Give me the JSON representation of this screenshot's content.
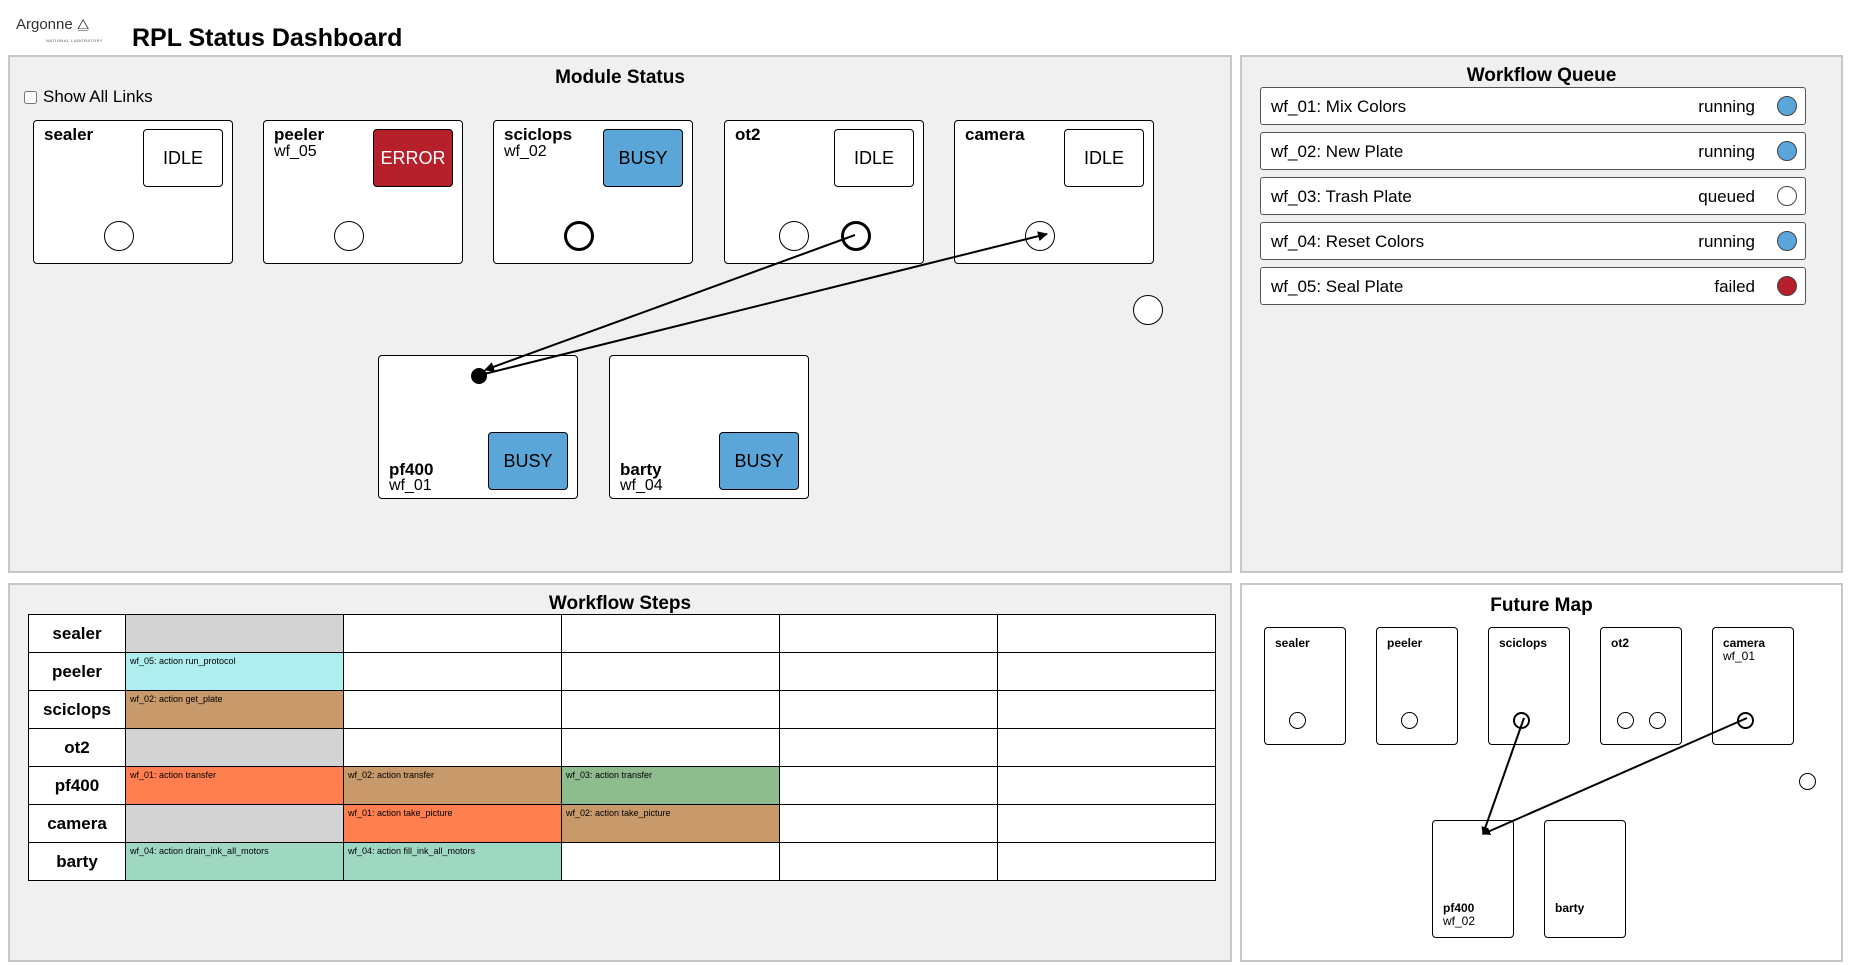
{
  "header": {
    "logo_text": "Argonne",
    "logo_sub": "NATIONAL LABORATORY",
    "title": "RPL Status Dashboard"
  },
  "module_status": {
    "title": "Module Status",
    "show_all_links_label": "Show All Links",
    "modules": [
      {
        "name": "sealer",
        "wf": "",
        "status": "IDLE"
      },
      {
        "name": "peeler",
        "wf": "wf_05",
        "status": "ERROR"
      },
      {
        "name": "sciclops",
        "wf": "wf_02",
        "status": "BUSY"
      },
      {
        "name": "ot2",
        "wf": "",
        "status": "IDLE"
      },
      {
        "name": "camera",
        "wf": "",
        "status": "IDLE"
      },
      {
        "name": "pf400",
        "wf": "wf_01",
        "status": "BUSY"
      },
      {
        "name": "barty",
        "wf": "wf_04",
        "status": "BUSY"
      }
    ]
  },
  "workflow_queue": {
    "title": "Workflow Queue",
    "items": [
      {
        "label": "wf_01: Mix Colors",
        "status": "running"
      },
      {
        "label": "wf_02: New Plate",
        "status": "running"
      },
      {
        "label": "wf_03: Trash Plate",
        "status": "queued"
      },
      {
        "label": "wf_04: Reset Colors",
        "status": "running"
      },
      {
        "label": "wf_05: Seal Plate",
        "status": "failed"
      }
    ]
  },
  "workflow_steps": {
    "title": "Workflow Steps",
    "rows": [
      {
        "module": "sealer",
        "cells": [
          "",
          "",
          "",
          "",
          ""
        ]
      },
      {
        "module": "peeler",
        "cells": [
          "wf_05: action run_protocol",
          "",
          "",
          "",
          ""
        ]
      },
      {
        "module": "sciclops",
        "cells": [
          "wf_02: action get_plate",
          "",
          "",
          "",
          ""
        ]
      },
      {
        "module": "ot2",
        "cells": [
          "",
          "",
          "",
          "",
          ""
        ]
      },
      {
        "module": "pf400",
        "cells": [
          "wf_01: action transfer",
          "wf_02: action transfer",
          "wf_03: action transfer",
          "",
          ""
        ]
      },
      {
        "module": "camera",
        "cells": [
          "",
          "wf_01: action take_picture",
          "wf_02: action take_picture",
          "",
          ""
        ]
      },
      {
        "module": "barty",
        "cells": [
          "wf_04: action drain_ink_all_motors",
          "wf_04: action fill_ink_all_motors",
          "",
          "",
          ""
        ]
      }
    ]
  },
  "future_map": {
    "title": "Future Map",
    "modules": [
      {
        "name": "sealer",
        "wf": ""
      },
      {
        "name": "peeler",
        "wf": ""
      },
      {
        "name": "sciclops",
        "wf": ""
      },
      {
        "name": "ot2",
        "wf": ""
      },
      {
        "name": "camera",
        "wf": "wf_01"
      },
      {
        "name": "pf400",
        "wf": "wf_02"
      },
      {
        "name": "barty",
        "wf": ""
      }
    ]
  },
  "colors": {
    "error": "#b5202a",
    "busy": "#5aa6d8",
    "idle_gray": "#d3d3d3",
    "cyan": "#aeeeee",
    "tan": "#c8996a",
    "orange": "#ff7f50",
    "green": "#8fbc8f",
    "mint": "#9fd8c2"
  }
}
